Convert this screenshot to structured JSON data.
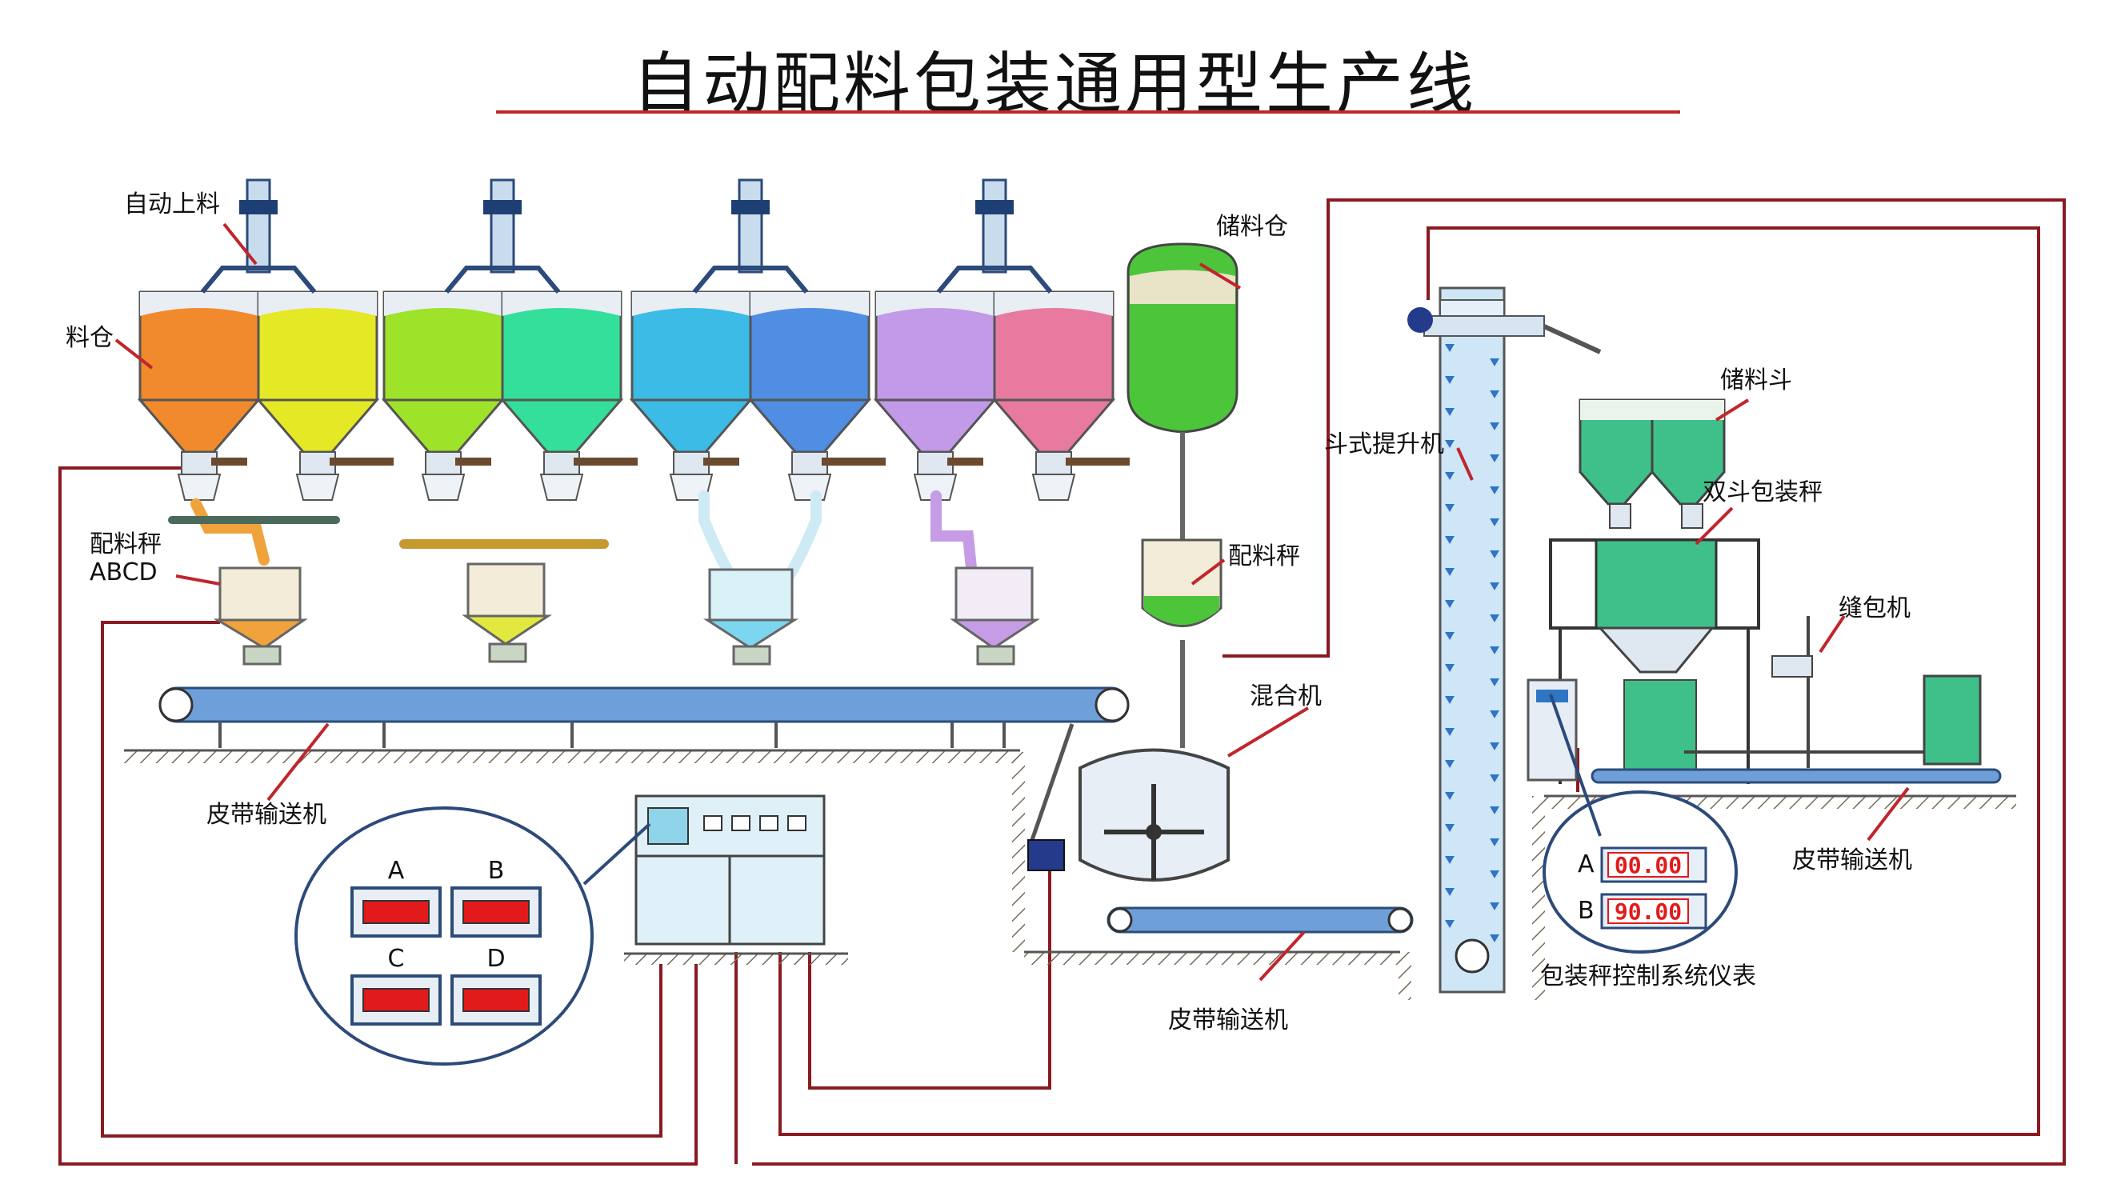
{
  "title": "自动配料包装通用型生产线",
  "colors": {
    "title_rule": "#c0262c",
    "wire": "#8a1a22",
    "belt": "#6f9fd8",
    "steel": "#dfe7f0",
    "display_red": "#e11b1b",
    "elevator": "#cfe6f7"
  },
  "bins": [
    {
      "name": "bin-1",
      "color": "#f08a2c"
    },
    {
      "name": "bin-2",
      "color": "#e5e825"
    },
    {
      "name": "bin-3",
      "color": "#9ee32a"
    },
    {
      "name": "bin-4",
      "color": "#33df9a"
    },
    {
      "name": "bin-5",
      "color": "#3bbbe5"
    },
    {
      "name": "bin-6",
      "color": "#4f8ee3"
    },
    {
      "name": "bin-7",
      "color": "#c29ae8"
    },
    {
      "name": "bin-8",
      "color": "#e87aa0"
    }
  ],
  "labels": {
    "auto_feed": "自动上料",
    "silo": "料仓",
    "batch_scale": "配料秤",
    "batch_scale_ids": "ABCD",
    "belt_conveyor_main": "皮带输送机",
    "storage_bin": "储料仓",
    "batch_scale_right": "配料秤",
    "mixer": "混合机",
    "bucket_elevator": "斗式提升机",
    "storage_hopper": "储料斗",
    "twin_bucket_scale": "双斗包装秤",
    "bag_sewer": "缝包机",
    "belt_conveyor_right": "皮带输送机",
    "belt_conveyor_bottom": "皮带输送机",
    "control_meter": "包装秤控制系统仪表"
  },
  "panel_callout": {
    "meters": [
      {
        "id": "A"
      },
      {
        "id": "B"
      },
      {
        "id": "C"
      },
      {
        "id": "D"
      }
    ]
  },
  "meter_callout": {
    "rows": [
      {
        "id": "A",
        "value": "00.00"
      },
      {
        "id": "B",
        "value": "90.00"
      }
    ]
  }
}
